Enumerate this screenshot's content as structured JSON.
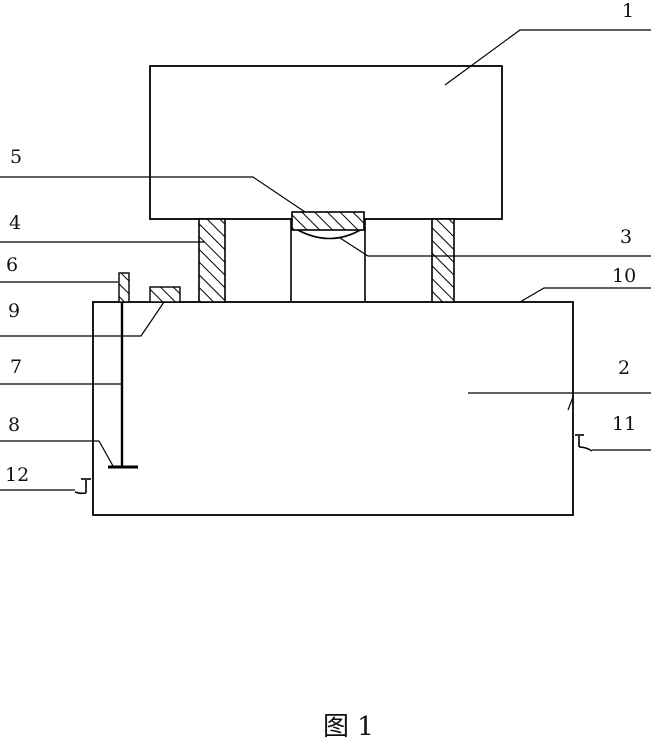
{
  "labels": {
    "l1": "1",
    "l2": "2",
    "l3": "3",
    "l4": "4",
    "l5": "5",
    "l6": "6",
    "l7": "7",
    "l8": "8",
    "l9": "9",
    "l10": "10",
    "l11": "11",
    "l12": "12"
  },
  "caption": "图 1"
}
